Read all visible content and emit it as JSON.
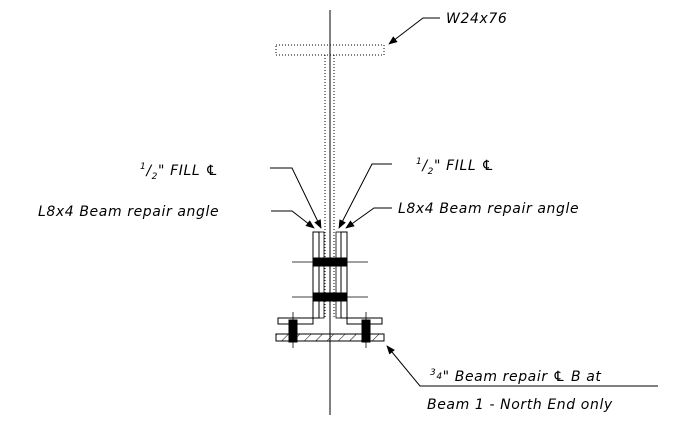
{
  "labels": {
    "beam_section": "W24x76",
    "fill_plate_left": "\" FILL ",
    "fill_plate_right": "\" FILL ",
    "fill_fraction_num": "1",
    "fill_fraction_den": "2",
    "plate_symbol": "℄",
    "angle_left": "L8x4 Beam repair angle",
    "angle_right": "L8x4 Beam repair angle",
    "repair_plate_num": "3",
    "repair_plate_den": "4",
    "repair_plate_line1": "\" Beam repair ",
    "repair_plate_line1_tail": " B at",
    "repair_plate_line2": "Beam 1 - North End only"
  }
}
